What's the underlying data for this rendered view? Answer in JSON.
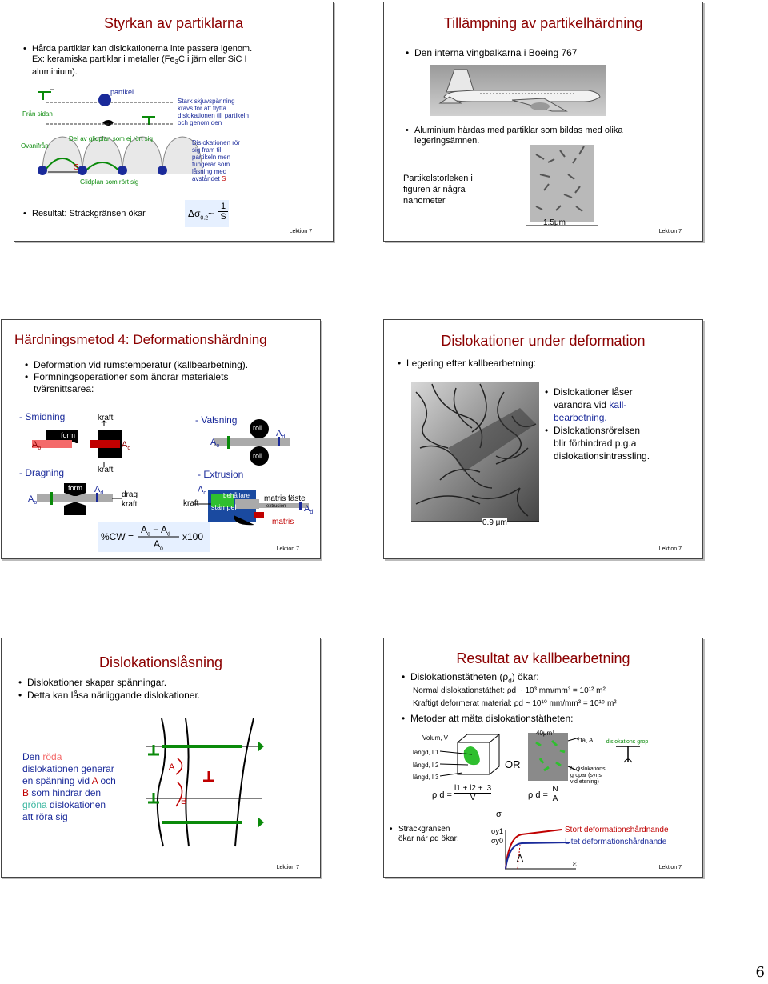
{
  "page_number": "6",
  "lektion": "Lektion 7",
  "s1": {
    "title": "Styrkan av partiklarna",
    "b1_l1": "Hårda partiklar kan dislokationerna inte passera igenom.",
    "b1_l2a": "Ex:  keramiska partiklar i metaller (Fe",
    "b1_sub3": "3",
    "b1_l2b": "C i järn eller SiC I",
    "b1_l3": "aluminium).",
    "fran_sidan": "Från sidan",
    "partikel": "partikel",
    "stark": [
      "Stark skjuvspänning",
      "krävs för att flytta",
      "dislokationen till partikeln",
      "och genom den"
    ],
    "ovanifran": "Ovanifrån",
    "del_av": "Del av glidplan som ej rört sig",
    "s_label": "S",
    "glidplan": "Glidplan som rört sig",
    "dislok_ror": [
      "Dislokationen rör",
      "sig fram till",
      "partikeln men",
      "fungerar som",
      "låsning med",
      "avståndet"
    ],
    "dislok_s": "S",
    "resultat": "Resultat: Sträckgränsen ökar",
    "formula_lhs": "Δσ",
    "formula_sub": "0.2",
    "formula_tilde": "~",
    "formula_num": "1",
    "formula_den": "S"
  },
  "s2": {
    "title": "Tillämpning av partikelhärdning",
    "b1": "Den interna vingbalkarna i Boeing 767",
    "b2_l1": "Aluminium härdas med partiklar som bildas med olika",
    "b2_l2": "legeringsämnen.",
    "part_l1": "Partikelstorleken i",
    "part_l2": "figuren är några",
    "part_l3": "nanometer",
    "scale": "1.5μm"
  },
  "s3": {
    "title": "Härdningsmetod 4:  Deformationshärdning",
    "b1": "Deformation vid rumstemperatur (kallbearbetning).",
    "b2_l1": "Formningsoperationer som ändrar materialets",
    "b2_l2": "tvärsnittsarea:",
    "smidning": "- Smidning",
    "valsning": "- Valsning",
    "dragning": "- Dragning",
    "extrusion": "- Extrusion",
    "kraft": "kraft",
    "form": "form",
    "roll": "roll",
    "drag": "drag",
    "behallare": "behållare",
    "stampel": "stämpel",
    "matris_faste": "matris fäste",
    "extrusion_small": "extrusion",
    "matris": "matris",
    "A": "A",
    "o": "o",
    "d": "d",
    "cw": "%CW =",
    "x100": "x100"
  },
  "s4": {
    "title": "Dislokationer under deformation",
    "b1": "Legering efter kallbearbetning:",
    "r1_l1": "Dislokationer låser",
    "r1_l2": "varandra vid",
    "r1_kall": "kall-",
    "r1_l3": "bearbetning.",
    "r2_l1": "Dislokationsrörelsen",
    "r2_l2": "blir förhindrad p.g.a",
    "r2_l3": "dislokationsintrassling.",
    "scale": "0.9 μm"
  },
  "s5": {
    "title": "Dislokationslåsning",
    "b1": "Dislokationer skapar spänningar.",
    "b2": "Detta kan låsa närliggande dislokationer.",
    "t_den": "Den",
    "t_roda": "röda",
    "t_l2": "dislokationen generar",
    "t_l3a": "en spänning vid",
    "t_A": "A",
    "t_och": "och",
    "t_B": "B",
    "t_l4": "som hindrar den",
    "t_grona": "gröna",
    "t_l5": "dislokationen",
    "t_l6": "att röra sig",
    "A": "A",
    "B": "B"
  },
  "s6": {
    "title": "Resultat av kallbearbetning",
    "b1a": "Dislokationstätheten (ρ",
    "b1_sub": "d",
    "b1b": ") ökar:",
    "normal": "Normal dislokationstäthet:",
    "normal_val": "ρd ~ 10³  mm/mm³ = 10¹²  m²",
    "kraftigt": "Kraftigt deformerat material:",
    "kraftigt_val": "ρd  ~ 10¹⁰ mm/mm³ = 10¹⁹ m²",
    "b2": "Metoder att mäta dislokationstätheten:",
    "volum": "Volum, V",
    "langd1": "längd, l  1",
    "langd2": "längd, l  2",
    "langd3": "längd, l  3",
    "rho_formula_lhs": "ρ d  =",
    "rho_formula_num": "l1 + l2 + l3",
    "rho_formula_den": "V",
    "or": "OR",
    "forty": "40μm",
    "yta": "Yta",
    "yta_a": ", A",
    "dislok_grop": "dislokations grop",
    "n_dislok": [
      "N dislokations",
      "gropar (syns",
      "vid etsning)"
    ],
    "rho2_lhs": "ρ d  =",
    "rho2_num": "N",
    "rho2_den": "A",
    "strack_l1": "Sträckgränsen",
    "strack_l2": "ökar när ρd ökar:",
    "sigma": "σ",
    "sigma_y1": "σy1",
    "sigma_y0": "σy0",
    "epsilon": "ε",
    "stort": "Stort deformationshårdnande",
    "litet": "Litet deformationshårdnande"
  }
}
